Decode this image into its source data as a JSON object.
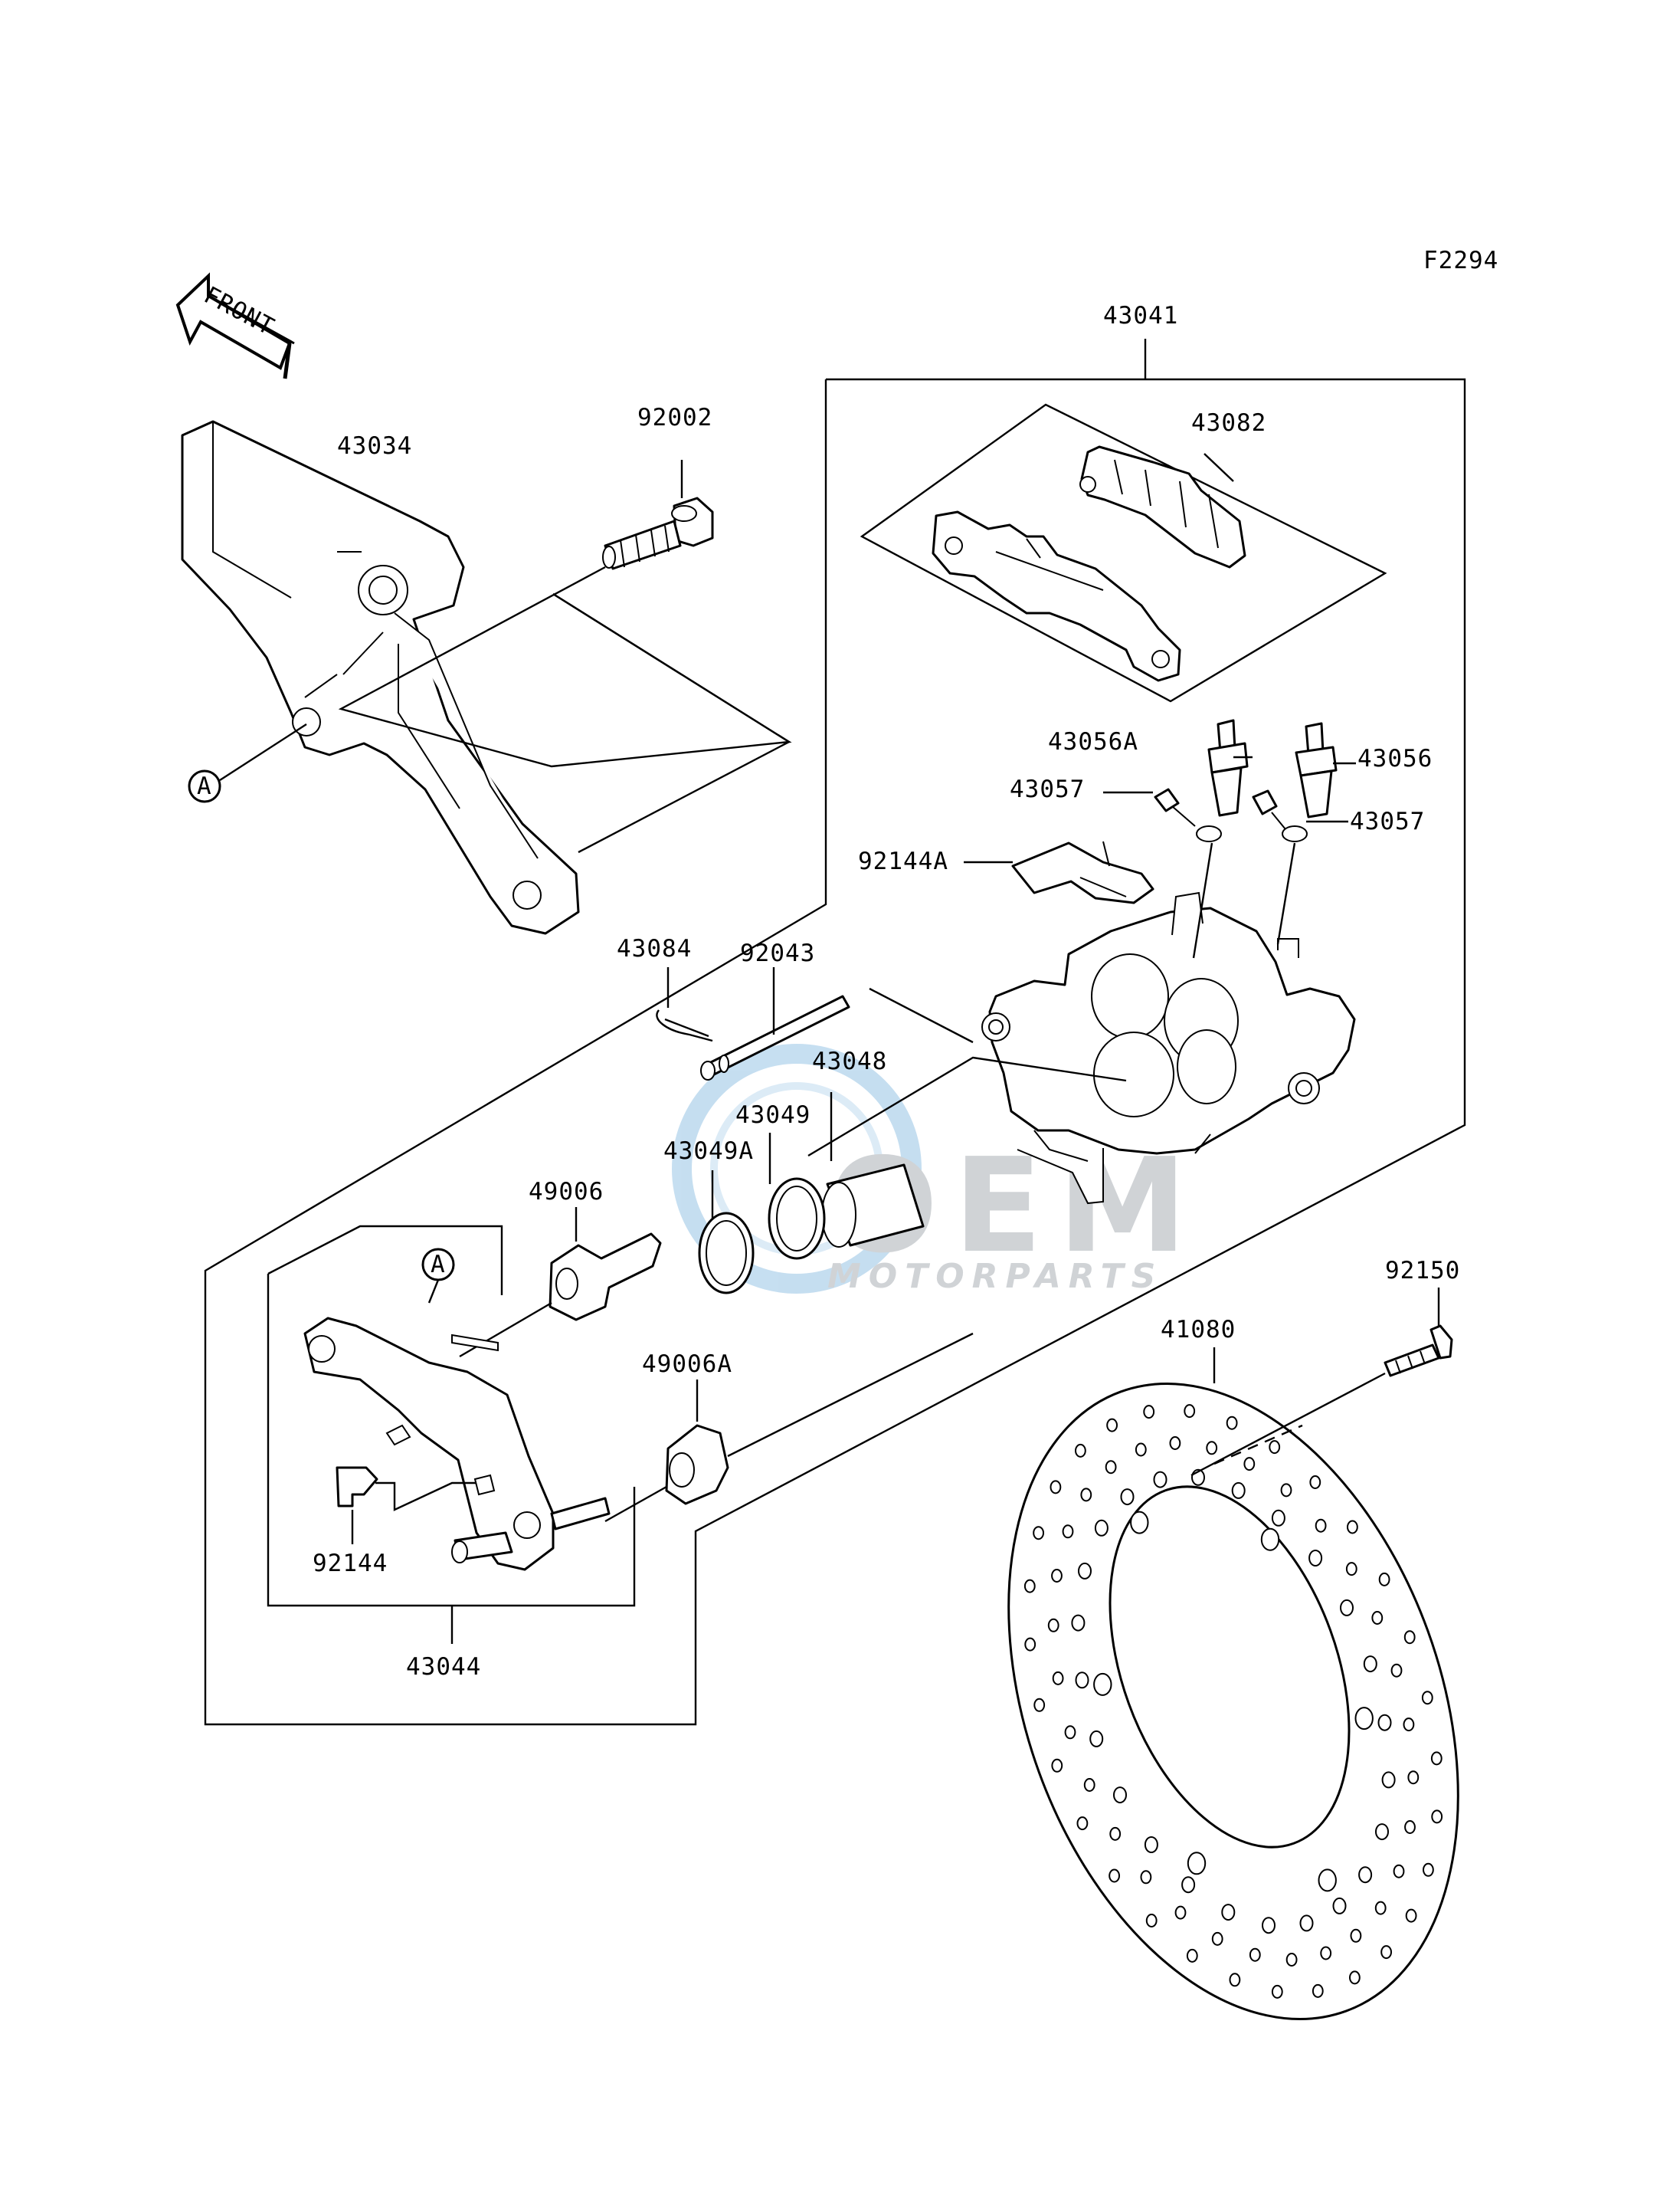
{
  "figure_code": "F2294",
  "front_arrow_label": "FRONT",
  "reference_marker": "A",
  "watermark": {
    "brand": "OEM",
    "subtitle": "MOTORPARTS",
    "colors": {
      "ring": "#bcd9ee",
      "text": "#c4c8cc"
    }
  },
  "callouts": {
    "c43041": "43041",
    "c43082": "43082",
    "c43034": "43034",
    "c92002": "92002",
    "c43056A": "43056A",
    "c43056": "43056",
    "c43057_left": "43057",
    "c43057_right": "43057",
    "c92144A": "92144A",
    "c43084": "43084",
    "c92043": "92043",
    "c43048": "43048",
    "c43049": "43049",
    "c43049A": "43049A",
    "c49006": "49006",
    "c49006A": "49006A",
    "c92150": "92150",
    "c41080": "41080",
    "c92144": "92144",
    "c43044": "43044"
  }
}
